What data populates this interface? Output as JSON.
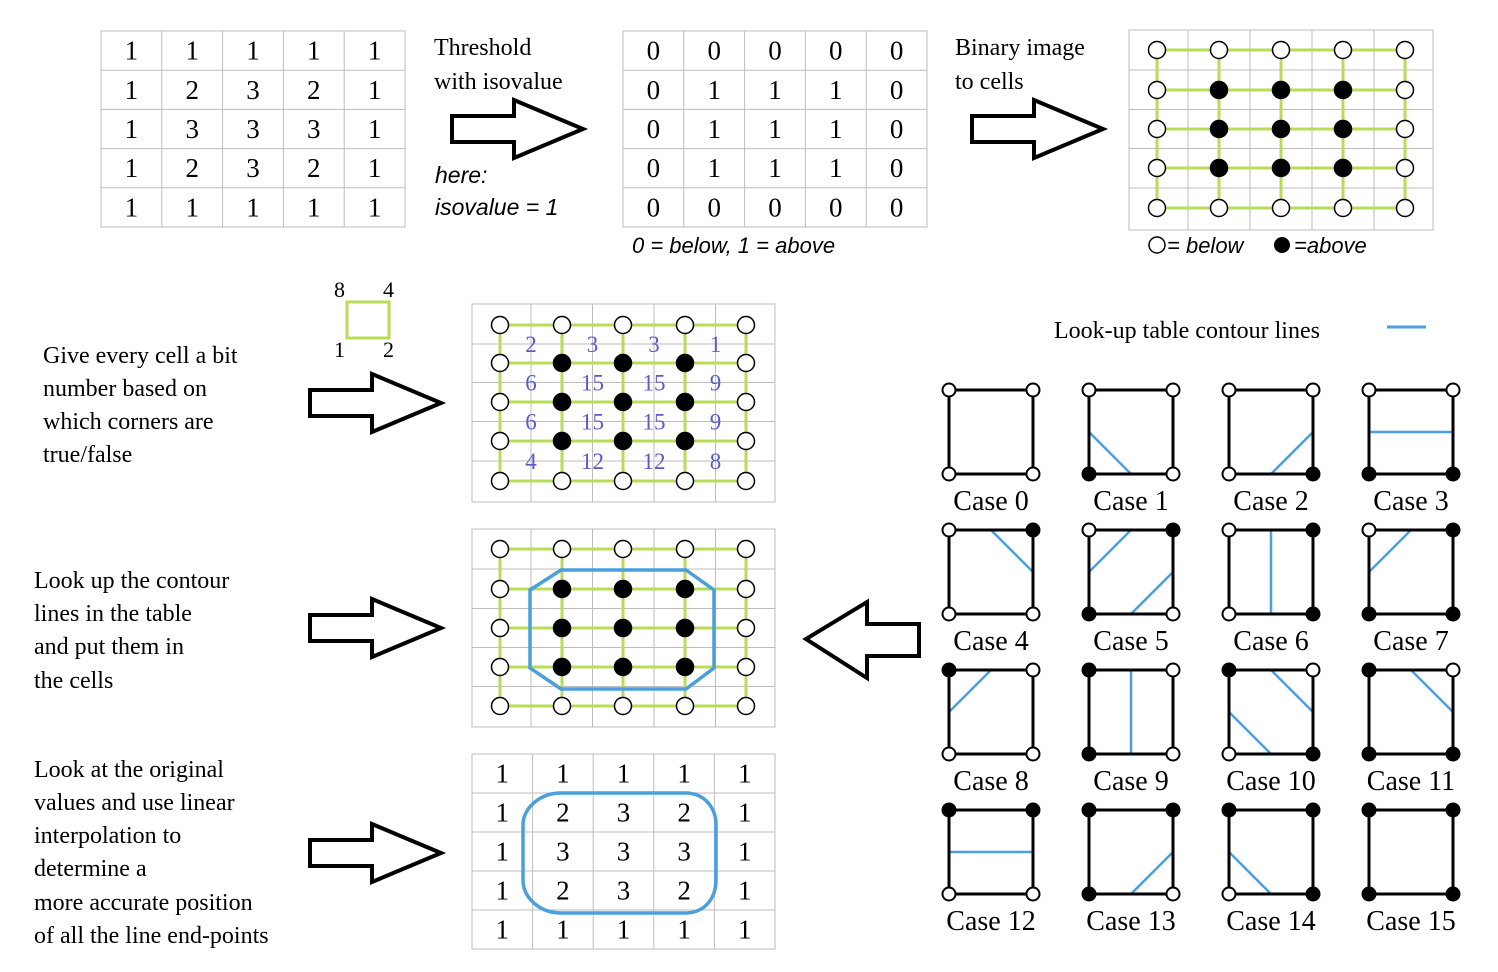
{
  "input_grid": {
    "values": [
      [
        "1",
        "1",
        "1",
        "1",
        "1"
      ],
      [
        "1",
        "2",
        "3",
        "2",
        "1"
      ],
      [
        "1",
        "3",
        "3",
        "3",
        "1"
      ],
      [
        "1",
        "2",
        "3",
        "2",
        "1"
      ],
      [
        "1",
        "1",
        "1",
        "1",
        "1"
      ]
    ]
  },
  "step_threshold": {
    "label_lines": [
      "Threshold",
      "with isovalue"
    ],
    "note_lines": [
      "here:",
      "isovalue = 1"
    ]
  },
  "binary_grid": {
    "values": [
      [
        "0",
        "0",
        "0",
        "0",
        "0"
      ],
      [
        "0",
        "1",
        "1",
        "1",
        "0"
      ],
      [
        "0",
        "1",
        "1",
        "1",
        "0"
      ],
      [
        "0",
        "1",
        "1",
        "1",
        "0"
      ],
      [
        "0",
        "0",
        "0",
        "0",
        "0"
      ]
    ],
    "caption": "0 = below, 1 = above"
  },
  "step_cells": {
    "label_lines": [
      "Binary image",
      "to cells"
    ]
  },
  "corner_grid": {
    "above": [
      [
        false,
        false,
        false,
        false,
        false
      ],
      [
        false,
        true,
        true,
        true,
        false
      ],
      [
        false,
        true,
        true,
        true,
        false
      ],
      [
        false,
        true,
        true,
        true,
        false
      ],
      [
        false,
        false,
        false,
        false,
        false
      ]
    ],
    "legend_below": "= below",
    "legend_above": "=above"
  },
  "bit_legend": {
    "top_left": "8",
    "top_right": "4",
    "bottom_left": "1",
    "bottom_right": "2"
  },
  "step_bits": {
    "text_lines": [
      "Give every cell a bit",
      "number based on",
      "which corners are",
      "true/false"
    ],
    "cell_numbers": [
      [
        "2",
        "3",
        "3",
        "1"
      ],
      [
        "6",
        "15",
        "15",
        "9"
      ],
      [
        "6",
        "15",
        "15",
        "9"
      ],
      [
        "4",
        "12",
        "12",
        "8"
      ]
    ]
  },
  "step_lookup": {
    "text_lines": [
      "Look up the contour",
      "lines in the table",
      "and put them in",
      "the cells"
    ]
  },
  "step_interp": {
    "text_lines": [
      "Look at the original",
      "values and use linear",
      "interpolation to",
      "determine a",
      "more accurate position",
      "of all the line end-points"
    ]
  },
  "lookup_table": {
    "title": "Look-up table contour lines",
    "cases": [
      "Case 0",
      "Case 1",
      "Case 2",
      "Case 3",
      "Case 4",
      "Case 5",
      "Case 6",
      "Case 7",
      "Case 8",
      "Case 9",
      "Case 10",
      "Case 11",
      "Case 12",
      "Case 13",
      "Case 14",
      "Case 15"
    ]
  },
  "colors": {
    "contour": "#4a9fdc",
    "cell_line": "#b8dc5a",
    "table_grid": "#bdbdbd",
    "bit_number": "#5a5ac8",
    "ink": "#000000"
  }
}
